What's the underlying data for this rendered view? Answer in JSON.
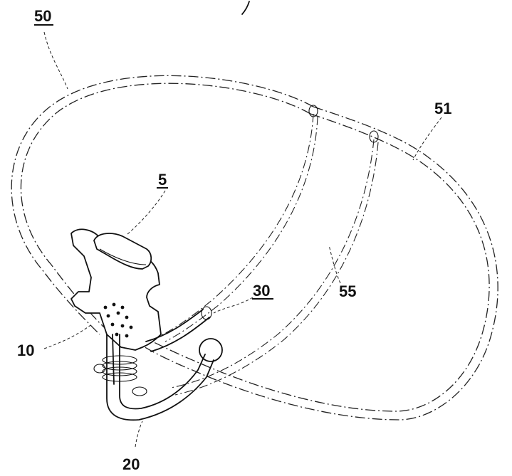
{
  "labels": {
    "l50": "50",
    "l51": "51",
    "l5": "5",
    "l30": "30",
    "l55": "55",
    "l10": "10",
    "l20": "20"
  }
}
